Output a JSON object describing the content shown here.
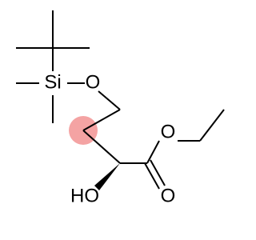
{
  "molecule": {
    "atom_labels": {
      "si": "Si",
      "o_ether": "O",
      "o_carbonyl": "O",
      "o_ester": "O",
      "ho": "HO"
    },
    "colors": {
      "bond": "#000000",
      "highlight": "#f4a3a3",
      "background": "#ffffff"
    }
  }
}
